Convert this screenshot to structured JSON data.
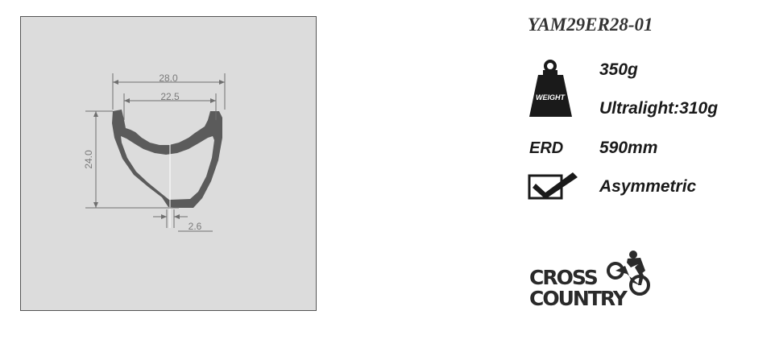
{
  "diagram": {
    "dimensions": {
      "outer_width": "28.0",
      "inner_width": "22.5",
      "height": "24.0",
      "base_thickness": "2.6"
    }
  },
  "product": {
    "model": "YAM29ER28-01",
    "weight": "350g",
    "weight_icon_label": "WEIGHT",
    "weight_icon": "weight-icon",
    "ultralight": "Ultralight:310g",
    "erd_label": "ERD",
    "erd_value": "590mm",
    "profile": "Asymmetric",
    "profile_icon": "checkbox-check-icon"
  },
  "logo": {
    "line1": "CROSS",
    "line2": "COUNTRY",
    "icon": "cyclist-icon"
  }
}
